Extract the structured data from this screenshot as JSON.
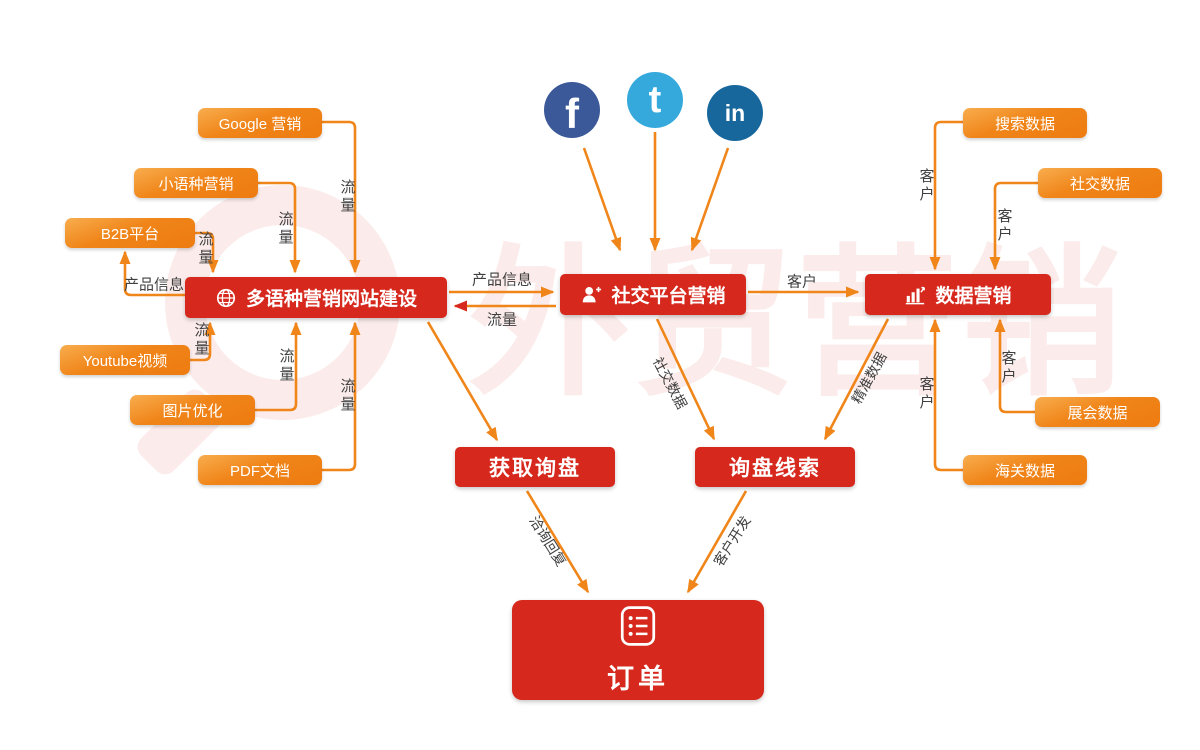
{
  "watermark": {
    "text": "外贸营销"
  },
  "social_icons": [
    {
      "name": "facebook",
      "glyph": "f",
      "color": "#3b5998"
    },
    {
      "name": "twitter",
      "glyph": "t",
      "color": "#35a9dc"
    },
    {
      "name": "linkedin",
      "glyph": "in",
      "color": "#17679c"
    }
  ],
  "left_sources": [
    {
      "label": "Google 营销"
    },
    {
      "label": "小语种营销"
    },
    {
      "label": "B2B平台"
    },
    {
      "label": "Youtube视频"
    },
    {
      "label": "图片优化"
    },
    {
      "label": "PDF文档"
    }
  ],
  "right_sources": [
    {
      "label": "搜索数据"
    },
    {
      "label": "社交数据"
    },
    {
      "label": "展会数据"
    },
    {
      "label": "海关数据"
    }
  ],
  "main_nodes": [
    {
      "label": "多语种营销网站建设",
      "icon": "globe-icon"
    },
    {
      "label": "社交平台营销",
      "icon": "user-icon"
    },
    {
      "label": "数据营销",
      "icon": "bar-chart-icon"
    }
  ],
  "mid_nodes": [
    {
      "label": "获取询盘"
    },
    {
      "label": "询盘线索"
    }
  ],
  "order_node": {
    "label": "订单",
    "icon": "order-doc-icon"
  },
  "edge_labels": {
    "from_google": "流量",
    "from_minor_lang": "流量",
    "from_b2b": "流量",
    "product_info_to_b2b": "产品信息",
    "from_youtube": "流量",
    "from_image_opt": "流量",
    "from_pdf": "流量",
    "site_to_social": "产品信息",
    "social_to_site": "流量",
    "social_to_data": "客户",
    "from_search_data": "客户",
    "from_social_data": "客户",
    "from_exhibition_data": "客户",
    "from_customs_data": "客户",
    "social_to_leads": "社交数据",
    "data_to_leads": "精准数据",
    "inquiry_to_order": "洽询回复",
    "leads_to_order": "客户开发"
  },
  "colors": {
    "primary_red": "#d6281c",
    "arrow_orange": "#f08519",
    "pill_orange": "#ef8318"
  }
}
